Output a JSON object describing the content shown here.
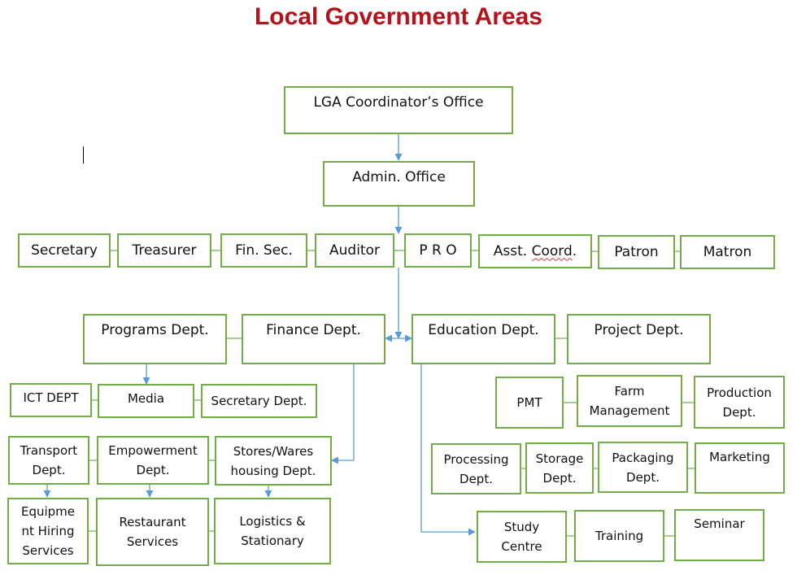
{
  "title": "Local Government Areas",
  "colors": {
    "title": "#b5121b",
    "box_border": "#70ad47",
    "connector": "#5b9bd5"
  },
  "top": {
    "coordinator": "LGA Coordinator’s Office",
    "admin": "Admin. Office"
  },
  "officers": {
    "secretary": "Secretary",
    "treasurer": "Treasurer",
    "fin_sec": "Fin. Sec.",
    "auditor": "Auditor",
    "pro": "P R O",
    "asst_coord_prefix": "Asst. ",
    "asst_coord_word": "Coord",
    "asst_coord_suffix": ".",
    "patron": "Patron",
    "matron": "Matron"
  },
  "departments": {
    "programs": "Programs Dept.",
    "finance": "Finance Dept.",
    "education": "Education Dept.",
    "project": "Project Dept."
  },
  "programs_units": {
    "ict": "ICT DEPT",
    "media": "Media",
    "secretary_dept": "Secretary Dept."
  },
  "finance_units": {
    "transport": "Transport\nDept.",
    "empowerment": "Empowerment\nDept.",
    "stores": "Stores/Wares\nhousing Dept.",
    "equipment": "Equipme\nnt Hiring\nServices",
    "restaurant": "Restaurant\nServices",
    "logistics": "Logistics &\nStationary"
  },
  "project_units": {
    "pmt": "PMT",
    "farm": "Farm\nManagement",
    "production": "Production\nDept.",
    "processing": "Processing\nDept.",
    "storage": "Storage\nDept.",
    "packaging": "Packaging\nDept.",
    "marketing": "Marketing"
  },
  "education_units": {
    "study": "Study\nCentre",
    "training": "Training",
    "seminar": "Seminar"
  }
}
